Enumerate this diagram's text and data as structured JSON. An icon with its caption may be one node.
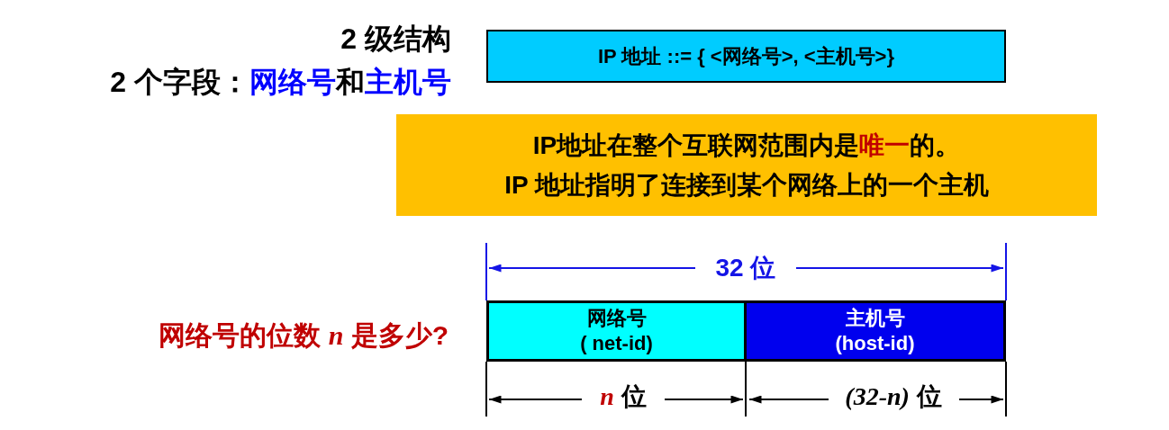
{
  "diagram": {
    "nodes": [
      {
        "text": [
          "IP 地址 ::= { <网络号>, <主机号>}"
        ]
      },
      {
        "text": [
          "IP地址在整个互联网范围内是**唯一**的。",
          "IP 地址指明了连接到某个网络上的一个主机"
        ]
      },
      {
        "text": [
          "网络号",
          "( net-id)"
        ]
      },
      {
        "text": [
          "主机号",
          "(host-id)"
        ]
      }
    ],
    "labels": [
      "2 级结构",
      "2 个字段：**网络号**和**主机号**",
      "32 位",
      "网络号的位数 *n* 是多少?",
      "*n* 位",
      "*(32-n)* 位"
    ]
  }
}
